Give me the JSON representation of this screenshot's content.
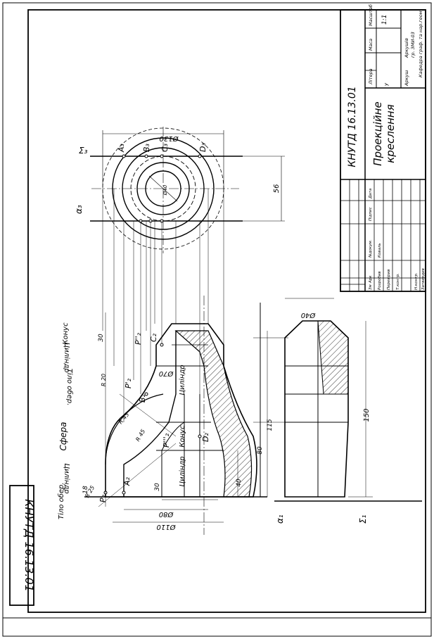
{
  "stamp": {
    "code": "КНУТД 16.13.01"
  },
  "title_block": {
    "code": "КНУТД 16.13.01",
    "title_line1": "Проекційне",
    "title_line2": "креслення",
    "col_zm": "Зм",
    "col_ark": "Арк",
    "col_doc": "№докум.",
    "col_sign": "Підпис",
    "col_date": "Дата",
    "row_dev": "Розробив",
    "row_dev_name": "Коваль",
    "row_check": "Перевірив",
    "row_tcontrol": "Т.контр.",
    "row_ncontrol": "Н.контр.",
    "row_approved": "Затвердив",
    "litera": "Літера",
    "mass": "Маса",
    "scale": "Масштаб",
    "scale_value": "1:1",
    "litera_value": "у",
    "sheet": "Аркуш",
    "sheets": "Аркушів",
    "group": "гр. ЗМИ-03",
    "dept": "Кафедра граф. та нар.геом."
  },
  "labels": {
    "tilo_ober_left": "Тіло обер.",
    "cylinder_left": "Циліндр",
    "sphere": "Сфера",
    "tilo_ober_right": "Тіло обер.",
    "cylinder_right": "Циліндр",
    "cone_top": "Конус",
    "cylinder_inner": "Циліндр",
    "cone_inner": "Конус",
    "cylinder_inner2": "Циліндр",
    "p2": "P₂",
    "a2": "A₂",
    "p2_prime": "P'₂",
    "b2": "B₂",
    "p2_dprime": "P''₂",
    "c2": "C₂",
    "p2_tprime": "P'''₂",
    "d2": "D₂",
    "sigma3": "Σ₃",
    "alpha3": "α₃",
    "a3": "A₃",
    "b3": "B₃",
    "c3": "C₃",
    "d3": "D₃",
    "alpha1": "α₁",
    "sigma1": "Σ₁"
  },
  "dimensions": {
    "d110": "Ø110",
    "d80": "Ø80",
    "d70": "Ø70",
    "d130": "Ø130",
    "d40_top": "Ø40",
    "d40_plan": "Ø40",
    "r20": "R 20",
    "r25": "R 25",
    "r45": "R 45",
    "r_big": "R 45",
    "v18": "18",
    "v30": "30",
    "v30b": "30",
    "v40": "40",
    "v80": "80",
    "v115": "115",
    "v150": "150",
    "v56": "56"
  }
}
